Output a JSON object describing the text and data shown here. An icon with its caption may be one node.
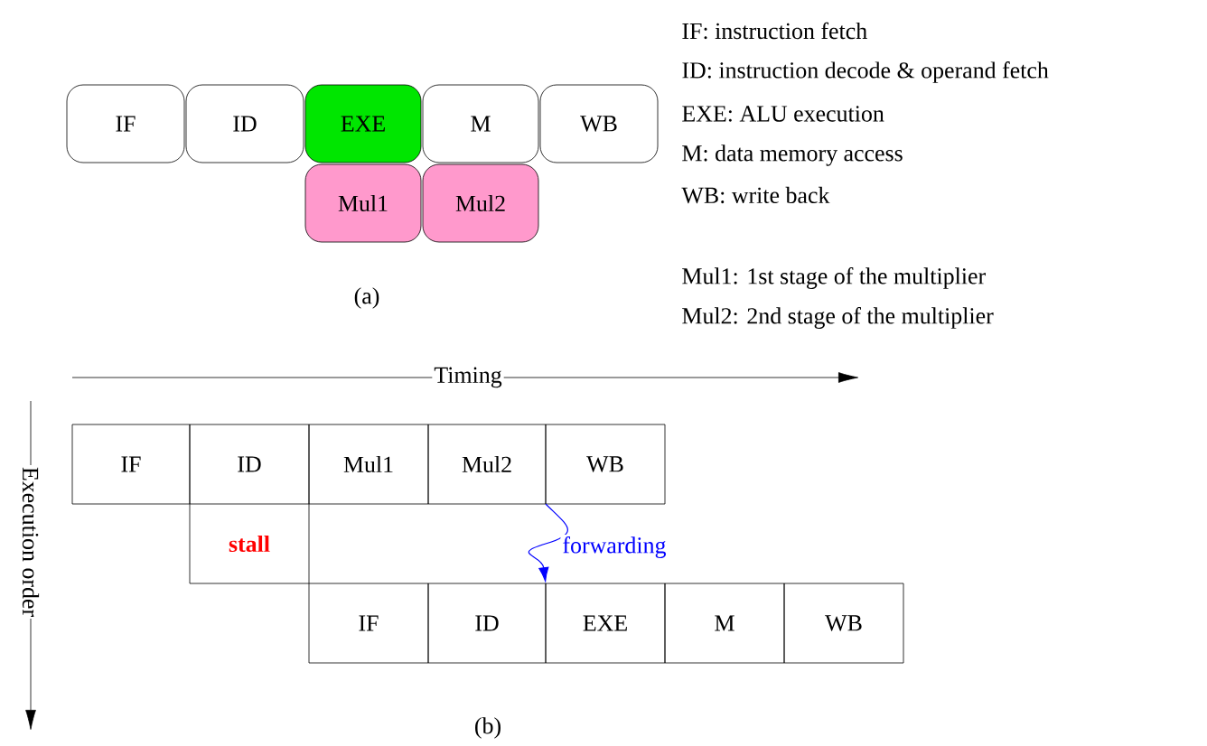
{
  "diagram": {
    "nodes": [
      {
        "text": [
          "IF"
        ]
      },
      {
        "text": [
          "ID"
        ]
      },
      {
        "text": [
          "EXE"
        ]
      },
      {
        "text": [
          "M"
        ]
      },
      {
        "text": [
          "WB"
        ]
      },
      {
        "text": [
          "Mul1"
        ]
      },
      {
        "text": [
          "Mul2"
        ]
      },
      {
        "text": [
          "IF"
        ]
      },
      {
        "text": [
          "ID"
        ]
      },
      {
        "text": [
          "Mul1"
        ]
      },
      {
        "text": [
          "Mul2"
        ]
      },
      {
        "text": [
          "WB"
        ]
      },
      {
        "text": [
          "stall"
        ]
      },
      {
        "text": [
          "IF"
        ]
      },
      {
        "text": [
          "ID"
        ]
      },
      {
        "text": [
          "EXE"
        ]
      },
      {
        "text": [
          "M"
        ]
      },
      {
        "text": [
          "WB"
        ]
      }
    ],
    "edges": [
      {
        "from": 11,
        "to": 15,
        "arrow": "to",
        "label": "forwarding",
        "color": "#0000ff"
      }
    ],
    "labels": [
      "IF: instruction fetch",
      "ID: instruction decode & operand fetch",
      "EXE: ALU execution",
      "M: data memory access",
      "WB: write back",
      "Mul1: 1st stage of the multiplier",
      "Mul2: 2nd stage of the multiplier",
      "(a)",
      "Timing",
      "Execution order",
      "(b)"
    ]
  }
}
